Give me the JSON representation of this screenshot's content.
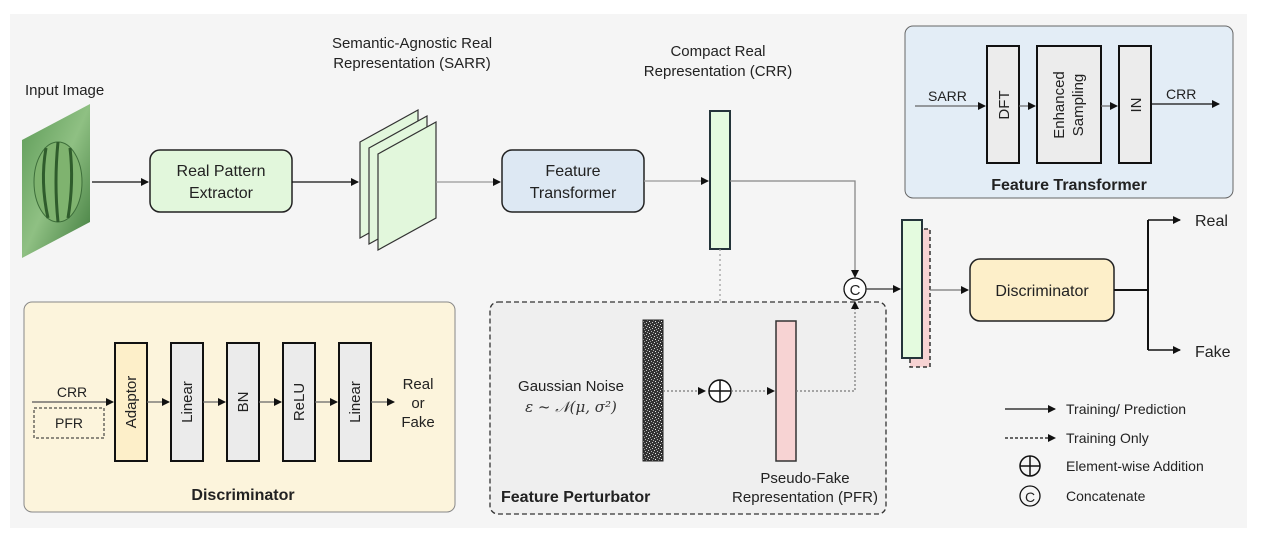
{
  "labels": {
    "input_image": "Input Image",
    "sarr_line1": "Semantic-Agnostic Real",
    "sarr_line2": "Representation (SARR)",
    "crr_line1": "Compact Real",
    "crr_line2": "Representation (CRR)",
    "real_output": "Real",
    "fake_output": "Fake"
  },
  "blocks": {
    "real_pattern_extractor": [
      "Real Pattern",
      "Extractor"
    ],
    "feature_transformer": [
      "Feature",
      "Transformer"
    ],
    "discriminator": "Discriminator"
  },
  "feature_transformer_panel": {
    "title": "Feature Transformer",
    "input": "SARR",
    "output": "CRR",
    "layers": [
      "DFT",
      [
        "Enhanced",
        "Sampling"
      ],
      "IN"
    ]
  },
  "discriminator_panel": {
    "title": "Discriminator",
    "input_crr": "CRR",
    "input_pfr": "PFR",
    "layers": [
      "Adaptor",
      "Linear",
      "BN",
      "ReLU",
      "Linear"
    ],
    "output": [
      "Real",
      "or",
      "Fake"
    ]
  },
  "feature_perturbator_panel": {
    "title": "Feature Perturbator",
    "noise_label": "Gaussian Noise",
    "noise_formula": "ε ~ 𝒩(μ, σ²)",
    "pfr_line1": "Pseudo-Fake",
    "pfr_line2": "Representation (PFR)"
  },
  "legend": {
    "solid": "Training/ Prediction",
    "dashed": "Training Only",
    "add": "Element-wise Addition",
    "concat": "Concatenate",
    "concat_symbol": "C"
  },
  "colors": {
    "green_fill": "#e2f7dc",
    "blue_fill": "#dde8f3",
    "yellow_fill": "#fdefc9",
    "panel_yellow": "#fcf4dc",
    "panel_blue": "#e3edf6",
    "pink_fill": "#f7d3d3",
    "gray_layer": "#ebebeb"
  }
}
